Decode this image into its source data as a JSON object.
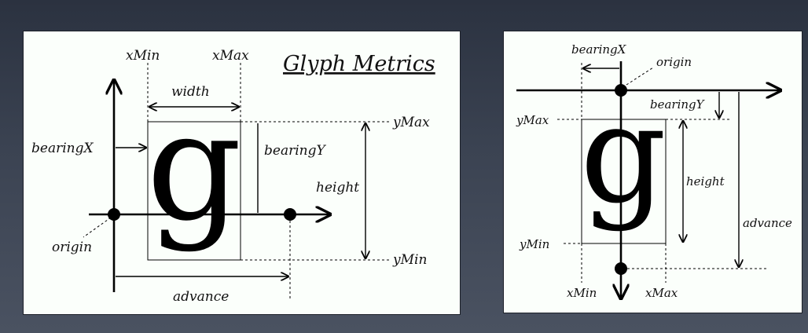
{
  "left": {
    "title": "Glyph Metrics",
    "glyph": "g",
    "labels": {
      "xmin": "xMin",
      "xmax": "xMax",
      "width": "width",
      "bearing_x": "bearingX",
      "bearing_y": "bearingY",
      "ymax": "yMax",
      "height": "height",
      "ymin": "yMin",
      "origin": "origin",
      "advance": "advance"
    }
  },
  "right": {
    "glyph": "g",
    "labels": {
      "bearing_x": "bearingX",
      "origin": "origin",
      "bearing_y": "bearingY",
      "ymax": "yMax",
      "height": "height",
      "advance": "advance",
      "ymin": "yMin",
      "xmin": "xMin",
      "xmax": "xMax"
    }
  }
}
